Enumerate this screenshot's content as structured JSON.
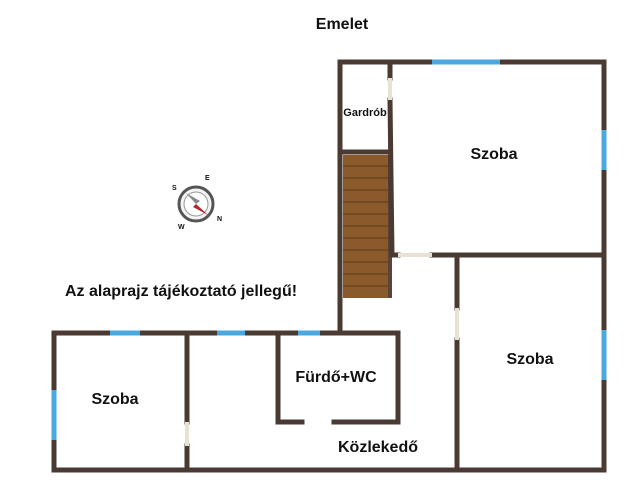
{
  "floor_title": "Emelet",
  "disclaimer": "Az alaprajz tájékoztató jellegű!",
  "rooms": {
    "wardrobe": "Gardrób",
    "room_top_right": "Szoba",
    "room_mid_right": "Szoba",
    "room_left": "Szoba",
    "bathroom": "Fürdő+WC",
    "hallway": "Közlekedő"
  },
  "compass": {
    "labels": [
      "S",
      "E",
      "N",
      "W"
    ]
  },
  "colors": {
    "wall": "#4a3a32",
    "window": "#4aa8e0",
    "stairs": "#8b5a2b",
    "door_gap": "#e8e2d6",
    "needle": "#b3262d"
  }
}
